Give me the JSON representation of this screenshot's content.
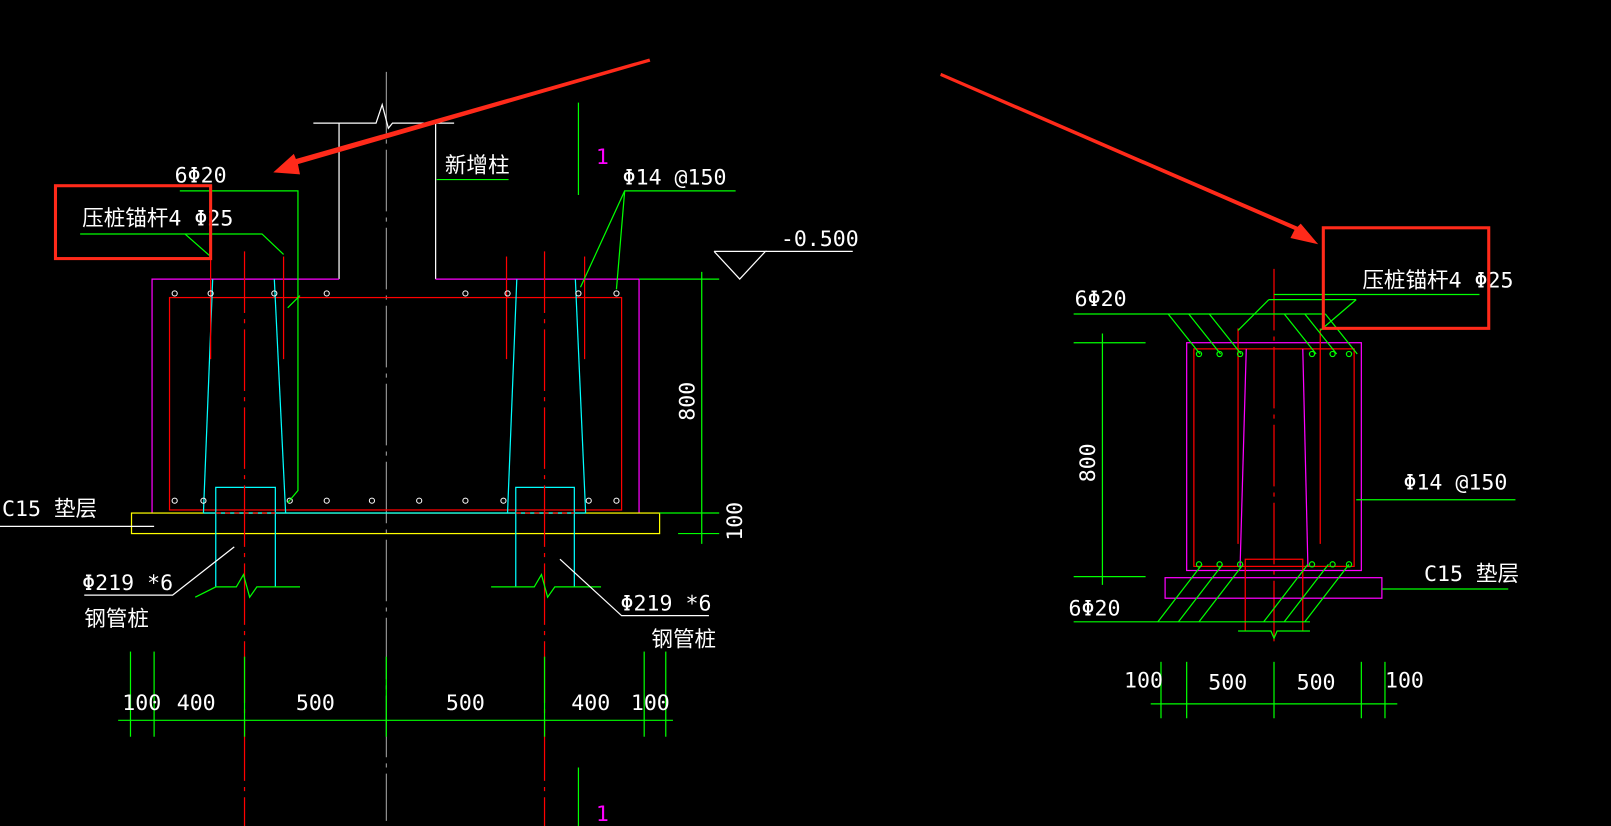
{
  "left_detail": {
    "rebar_top": "6Φ20",
    "anchor": "压桩锚杆4 Φ25",
    "new_column": "新增柱",
    "stirrup": "Φ14 @150",
    "elevation": "-0.500",
    "cushion": "C15 垫层",
    "pile_left_size": "Φ219 *6",
    "pile_left_name": "钢管桩",
    "pile_right_size": "Φ219 *6",
    "pile_right_name": "钢管桩",
    "height_dim": "800",
    "cushion_dim": "100",
    "section_mark_top": "1",
    "section_mark_bottom": "1",
    "dims": [
      "100",
      "400",
      "500",
      "500",
      "400",
      "100"
    ]
  },
  "right_detail": {
    "anchor": "压桩锚杆4 Φ25",
    "rebar_top": "6Φ20",
    "rebar_bottom": "6Φ20",
    "height_dim": "800",
    "stirrup": "Φ14 @150",
    "cushion": "C15 垫层",
    "dims": [
      "100",
      "500",
      "500",
      "100"
    ]
  },
  "colors": {
    "highlight": "#ff2a1a",
    "dimension": "#00ff00",
    "rebar": "#ff0000",
    "outline": "#ff00ff",
    "pile": "#00ffff",
    "cushion": "#ffff00"
  }
}
